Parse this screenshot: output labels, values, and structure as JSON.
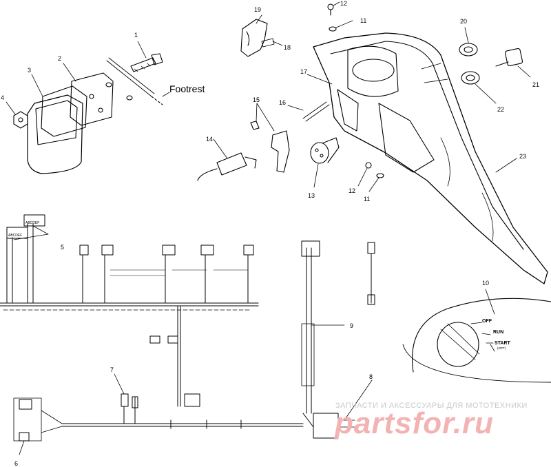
{
  "callouts": [
    {
      "id": "c1",
      "label": "1"
    },
    {
      "id": "c2",
      "label": "2"
    },
    {
      "id": "c3",
      "label": "3"
    },
    {
      "id": "c4",
      "label": "4"
    },
    {
      "id": "c5",
      "label": "5"
    },
    {
      "id": "c6",
      "label": "6"
    },
    {
      "id": "c7",
      "label": "7"
    },
    {
      "id": "c8",
      "label": "8"
    },
    {
      "id": "c9",
      "label": "9"
    },
    {
      "id": "c10",
      "label": "10"
    },
    {
      "id": "c11a",
      "label": "11"
    },
    {
      "id": "c11b",
      "label": "11"
    },
    {
      "id": "c12a",
      "label": "12"
    },
    {
      "id": "c12b",
      "label": "12"
    },
    {
      "id": "c13",
      "label": "13"
    },
    {
      "id": "c14",
      "label": "14"
    },
    {
      "id": "c15",
      "label": "15"
    },
    {
      "id": "c16",
      "label": "16"
    },
    {
      "id": "c17",
      "label": "17"
    },
    {
      "id": "c18",
      "label": "18"
    },
    {
      "id": "c19",
      "label": "19"
    },
    {
      "id": "c20",
      "label": "20"
    },
    {
      "id": "c21",
      "label": "21"
    },
    {
      "id": "c22",
      "label": "22"
    },
    {
      "id": "c23",
      "label": "23"
    }
  ],
  "footrest_label": "Footrest",
  "switch_positions": {
    "off": "OFF",
    "run": "RUN",
    "start": "START",
    "opt": "(OPT)"
  },
  "connector_letters": "ABCDEF",
  "watermark": {
    "top": "ЗАПЧАСТИ И АКСЕССУАРЫ ДЛЯ МОТОТЕХНИКИ",
    "logo": "partsfor.ru"
  }
}
